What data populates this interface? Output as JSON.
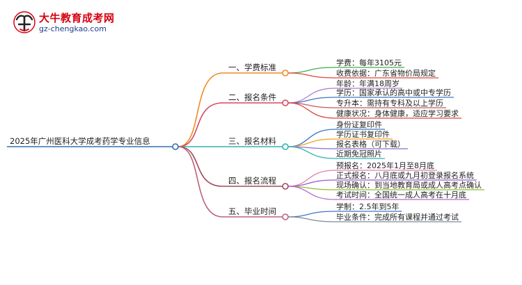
{
  "logo": {
    "title": "大牛教育成考网",
    "url": "gz-chengkao.com"
  },
  "root": {
    "label": "2025年广州医科大学成考药学专业信息",
    "color": "#2f6fb7"
  },
  "branches": [
    {
      "label": "一、学费标准",
      "color": "#f08a24",
      "children": [
        {
          "label": "学费：每年3105元",
          "color": "#3cb04a"
        },
        {
          "label": "收费依据：广东省物价局规定",
          "color": "#e0453a"
        }
      ]
    },
    {
      "label": "二、报名条件",
      "color": "#d5475c",
      "children": [
        {
          "label": "年龄：年满18周岁",
          "color": "#b57ad6"
        },
        {
          "label": "学历：国家承认的高中或中专学历",
          "color": "#3f74c8"
        },
        {
          "label": "专升本：需持有专科及以上学历",
          "color": "#c25a5a"
        },
        {
          "label": "健康状况：身体健康，适应学习要求",
          "color": "#e0453a"
        }
      ]
    },
    {
      "label": "三、报名材料",
      "color": "#2cb3b6",
      "children": [
        {
          "label": "身份证复印件",
          "color": "#3f74c8"
        },
        {
          "label": "学历证书复印件",
          "color": "#f0a021"
        },
        {
          "label": "报名表格（可下载）",
          "color": "#8e6bd1"
        },
        {
          "label": "近期免冠照片",
          "color": "#2cb3b6"
        }
      ]
    },
    {
      "label": "四、报名流程",
      "color": "#a04a5a",
      "children": [
        {
          "label": "预报名：2025年1月至8月底",
          "color": "#e87ab0"
        },
        {
          "label": "正式报名：八月底或九月初登录报名系统",
          "color": "#9b59d0"
        },
        {
          "label": "现场确认：到当地教育局或成人高考点确认",
          "color": "#8bbf2a"
        },
        {
          "label": "考试时间：全国统一成人高考在十月底",
          "color": "#b06ad0"
        }
      ]
    },
    {
      "label": "五、毕业时间",
      "color": "#c0607a",
      "children": [
        {
          "label": "学制：2.5年到5年",
          "color": "#3f74c8"
        },
        {
          "label": "毕业条件：完成所有课程并通过考试",
          "color": "#7a8a99"
        }
      ]
    }
  ]
}
